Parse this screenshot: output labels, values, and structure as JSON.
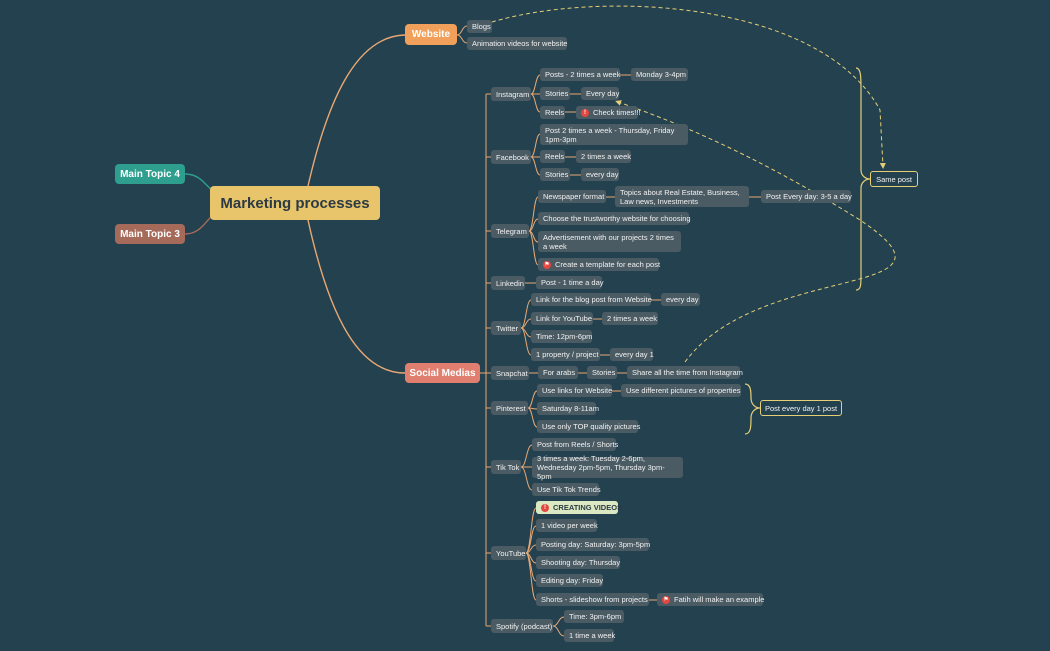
{
  "colors": {
    "background": "#23414f",
    "central": "#e8c46a",
    "website": "#f0a05a",
    "social": "#e07f6f",
    "topic4": "#2e9e8e",
    "topic3": "#a56a5a",
    "branch_line": "#e9a873",
    "summary_line": "#e6cf76",
    "node_fill": "#4a5b64"
  },
  "central": {
    "label": "Marketing processes"
  },
  "main_topics": {
    "website": "Website",
    "social": "Social Medias",
    "topic4": "Main Topic 4",
    "topic3": "Main Topic 3"
  },
  "website": {
    "blogs": "Blogs",
    "animation": "Animation videos for website"
  },
  "instagram": {
    "label": "Instagram",
    "posts": "Posts - 2 times a week",
    "posts_time": "Monday 3-4pm",
    "stories": "Stories",
    "stories_freq": "Every day",
    "reels": "Reels",
    "reels_note": "Check times!!!",
    "reels_icon": "exclamation-icon"
  },
  "facebook": {
    "label": "Facebook",
    "post": "Post 2 times a week - Thursday, Friday 1pm-3pm",
    "reels": "Reels",
    "reels_freq": "2 times a week",
    "stories": "Stories",
    "stories_freq": "every day"
  },
  "telegram": {
    "label": "Telegram",
    "newspaper": "Newspaper format",
    "topics": "Topics about Real Estate, Business, Law news, Investments",
    "topics_freq": "Post Every day: 3-5 a day",
    "trustworthy": "Choose the trustworthy website for choosing",
    "advertisement": "Advertisement with our projects 2 times a week",
    "template": "Create a template for each post",
    "template_icon": "flag-icon"
  },
  "linkedin": {
    "label": "Linkedin",
    "post": "Post - 1 time a day"
  },
  "twitter": {
    "label": "Twitter",
    "blog_link": "Link for the blog post from Website",
    "blog_freq": "every day",
    "youtube_link": "Link for YouTube",
    "youtube_freq": "2 times a week",
    "time": "Time: 12pm-6pm",
    "property": "1 property / project",
    "property_freq": "every day 1"
  },
  "snapchat": {
    "label": "Snapchat",
    "arabs": "For arabs",
    "stories": "Stories",
    "share": "Share all the time from Instagram"
  },
  "pinterest": {
    "label": "Pinterest",
    "links": "Use links for Website",
    "pictures": "Use different pictures of properties",
    "saturday": "Saturday 8-11am",
    "quality": "Use only TOP quality pictures"
  },
  "tiktok": {
    "label": "Tik Tok",
    "reels": "Post from Reels / Shorts",
    "times": "3 times a week: Tuesday 2-6pm, Wednesday 2pm-5pm, Thursday 3pm-5pm",
    "trends": "Use Tik Tok Trends"
  },
  "youtube": {
    "label": "YouTube",
    "creating": "CREATING VIDEOS",
    "creating_icon": "exclamation-icon",
    "per_week": "1 video per week",
    "posting": "Posting day: Saturday: 3pm-5pm",
    "shooting": "Shooting day: Thursday",
    "editing": "Editing day: Friday",
    "shorts": "Shorts - slideshow from projects",
    "example": "Fatih will make an example",
    "example_icon": "flag-icon"
  },
  "spotify": {
    "label": "Spotify (podcast)",
    "time": "Time: 3pm-6pm",
    "freq": "1 time a week"
  },
  "summaries": {
    "same_post": "Same post",
    "every_day": "Post every day 1 post"
  }
}
